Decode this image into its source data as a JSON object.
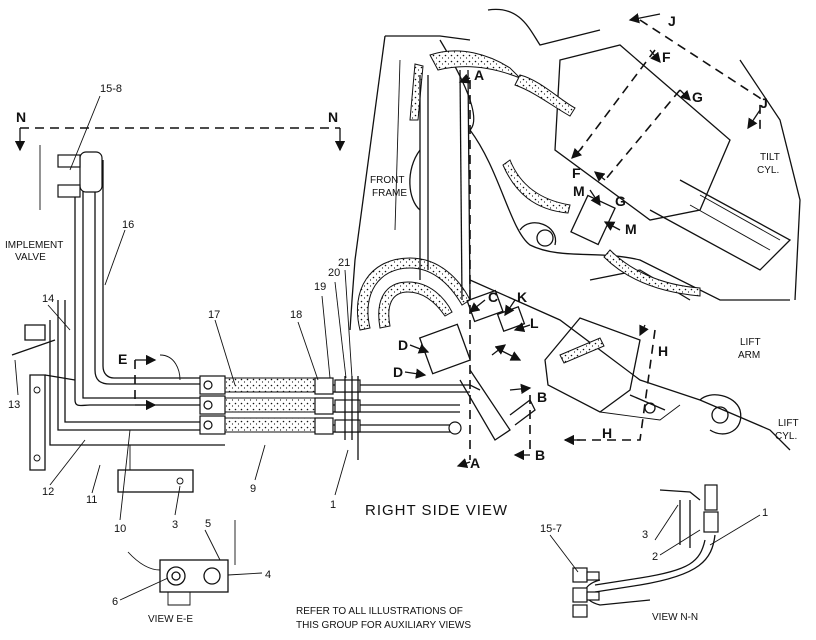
{
  "labels": {
    "implement_valve": [
      "IMPLEMENT",
      "VALVE"
    ],
    "front_frame": [
      "FRONT",
      "FRAME"
    ],
    "tilt_cyl": [
      "TILT",
      "CYL."
    ],
    "lift_arm": [
      "LIFT",
      "ARM"
    ],
    "lift_cyl": [
      "LIFT",
      "CYL."
    ]
  },
  "titles": {
    "right_side_view": "RIGHT SIDE VIEW",
    "view_es": "VIEW E-E",
    "view_nn": "VIEW N-N",
    "refer_note": [
      "REFER TO ALL ILLUSTRATIONS OF",
      "THIS GROUP FOR AUXILIARY VIEWS"
    ]
  },
  "callouts": {
    "c15_8": "15-8",
    "c16": "16",
    "c14": "14",
    "c13": "13",
    "c12": "12",
    "c11": "11",
    "c10": "10",
    "c9": "9",
    "c3": "3",
    "c17": "17",
    "c18": "18",
    "c19": "19",
    "c20": "20",
    "c21": "21",
    "c1": "1",
    "c5": "5",
    "c4": "4",
    "c6": "6",
    "c15_7": "15-7",
    "nn_3": "3",
    "nn_2": "2",
    "nn_1": "1"
  },
  "section_letters": {
    "N_left": "N",
    "N_right": "N",
    "E": "E",
    "A_top": "A",
    "A_bottom": "A",
    "B_mid": "B",
    "B_bottom": "B",
    "C": "C",
    "K": "K",
    "L": "L",
    "D_upper": "D",
    "D_lower": "D",
    "F_top": "F",
    "F_bottom": "F",
    "G_top": "G",
    "G_bottom": "G",
    "J_top": "J",
    "J_right": "J",
    "M_left": "M",
    "M_right": "M",
    "H_upper": "H",
    "H_lower": "H"
  }
}
